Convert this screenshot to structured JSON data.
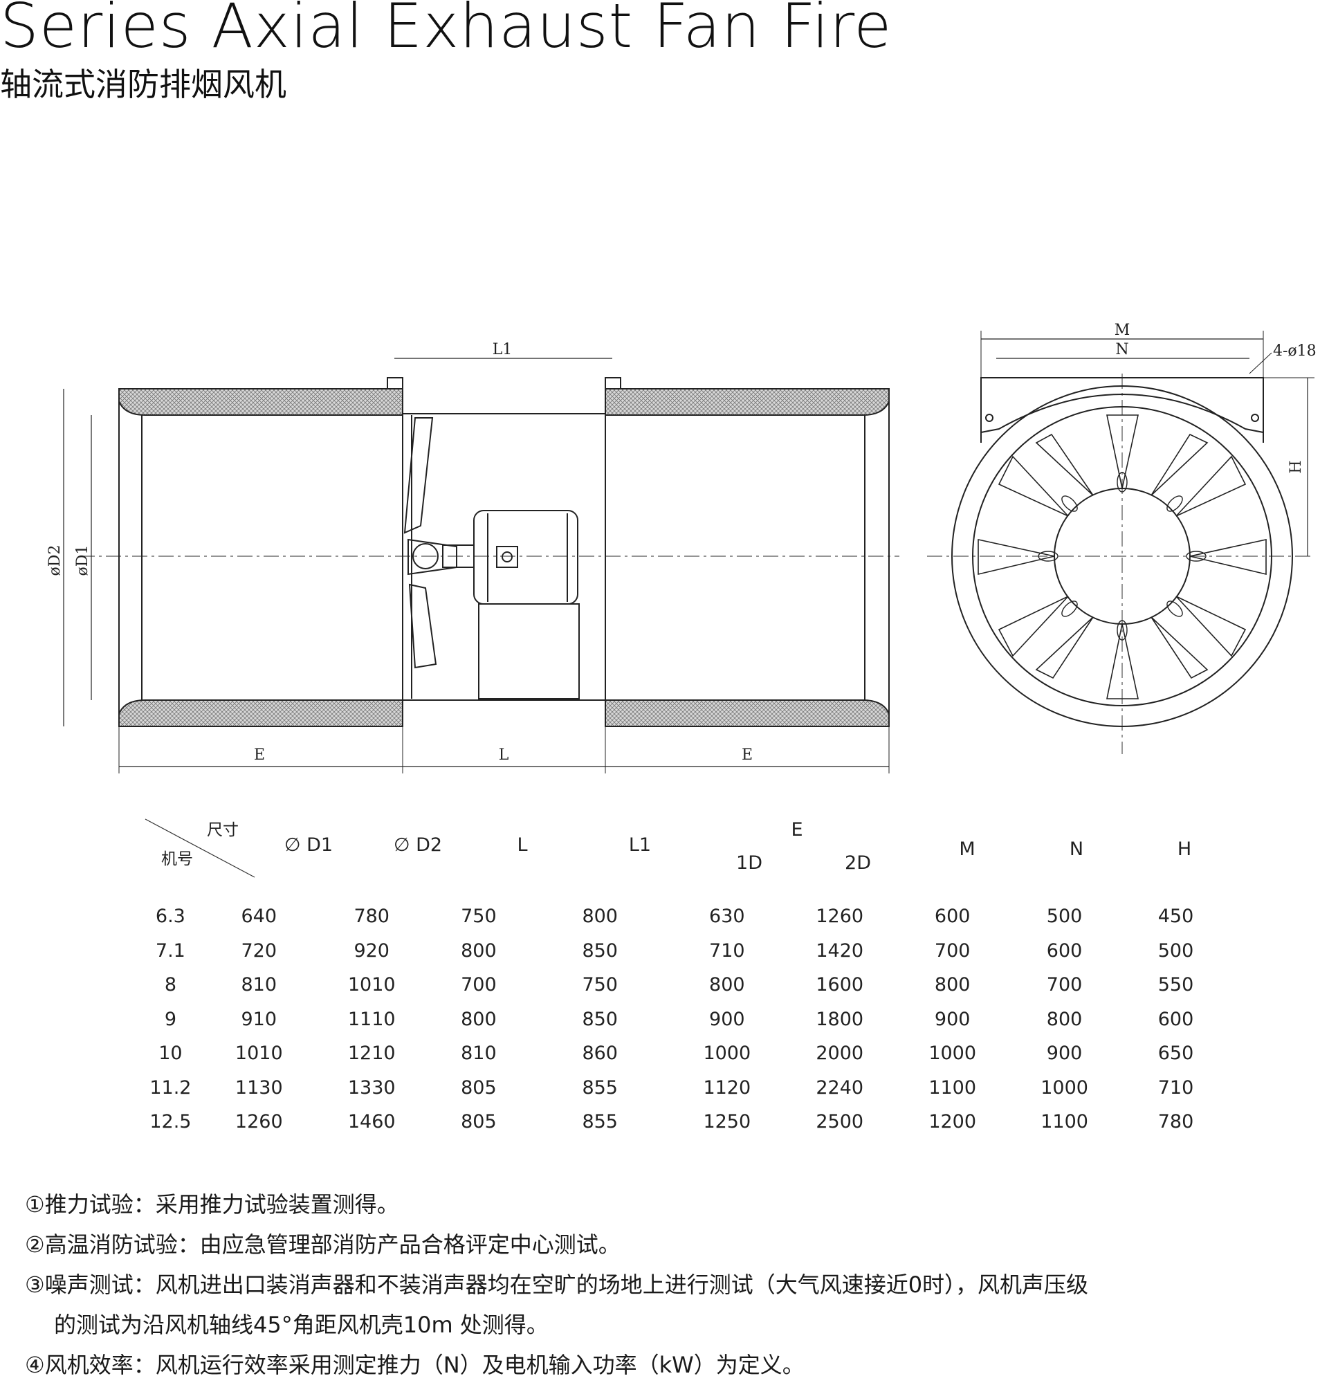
{
  "title": {
    "en": "Series Axial Exhaust Fan Fire",
    "cn": "轴流式消防排烟风机"
  },
  "drawing_labels": {
    "L1": "L1",
    "D2": "øD2",
    "D1": "øD1",
    "E_left": "E",
    "L": "L",
    "E_right": "E",
    "M": "M",
    "N": "N",
    "holes": "4-ø18",
    "H": "H"
  },
  "spec_table": {
    "corner_top": "尺寸",
    "corner_bottom": "机号",
    "headers": {
      "d1": "∅ D1",
      "d2": "∅ D2",
      "l": "L",
      "l1": "L1",
      "e": "E",
      "e1d": "1D",
      "e2d": "2D",
      "m": "M",
      "n": "N",
      "h": "H"
    },
    "rows": [
      [
        "6.3",
        "640",
        "780",
        "750",
        "800",
        "630",
        "1260",
        "600",
        "500",
        "450"
      ],
      [
        "7.1",
        "720",
        "920",
        "800",
        "850",
        "710",
        "1420",
        "700",
        "600",
        "500"
      ],
      [
        "8",
        "810",
        "1010",
        "700",
        "750",
        "800",
        "1600",
        "800",
        "700",
        "550"
      ],
      [
        "9",
        "910",
        "1110",
        "800",
        "850",
        "900",
        "1800",
        "900",
        "800",
        "600"
      ],
      [
        "10",
        "1010",
        "1210",
        "810",
        "860",
        "1000",
        "2000",
        "1000",
        "900",
        "650"
      ],
      [
        "11.2",
        "1130",
        "1330",
        "805",
        "855",
        "1120",
        "2240",
        "1100",
        "1000",
        "710"
      ],
      [
        "12.5",
        "1260",
        "1460",
        "805",
        "855",
        "1250",
        "2500",
        "1200",
        "1100",
        "780"
      ]
    ]
  },
  "notes": [
    "①推力试验：采用推力试验装置测得。",
    "②高温消防试验：由应急管理部消防产品合格评定中心测试。",
    "③噪声测试：风机进出口装消声器和不装消声器均在空旷的场地上进行测试（大气风速接近0时），风机声压级",
    "的测试为沿风机轴线45°角距风机壳10m 处测得。",
    "④风机效率：风机运行效率采用测定推力（N）及电机输入功率（kW）为定义。"
  ]
}
